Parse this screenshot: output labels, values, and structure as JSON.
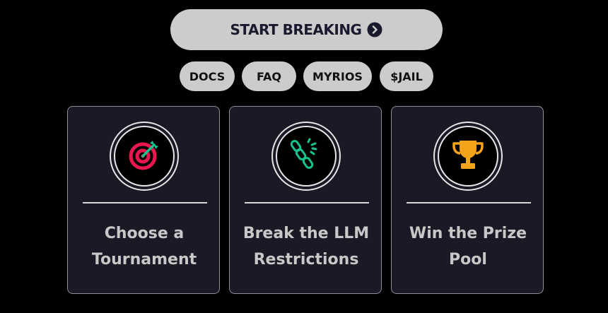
{
  "cta": {
    "label": "START BREAKING",
    "icon": "chevron-right-circle-icon"
  },
  "nav": {
    "items": [
      {
        "label": "DOCS"
      },
      {
        "label": "FAQ"
      },
      {
        "label": "MYRIOS"
      },
      {
        "label": "$JAIL"
      }
    ]
  },
  "cards": [
    {
      "title": "Choose a Tournament",
      "icon": "target-icon",
      "icon_color": "#e8174f"
    },
    {
      "title": "Break the LLM Restrictions",
      "icon": "broken-chain-icon",
      "icon_color": "#17c38e"
    },
    {
      "title": "Win the Prize Pool",
      "icon": "trophy-icon",
      "icon_color": "#f5a31a"
    }
  ],
  "colors": {
    "background": "#000000",
    "button": "#cccccc",
    "card_bg": "#1a1a26",
    "card_text": "#c8c8c8"
  }
}
